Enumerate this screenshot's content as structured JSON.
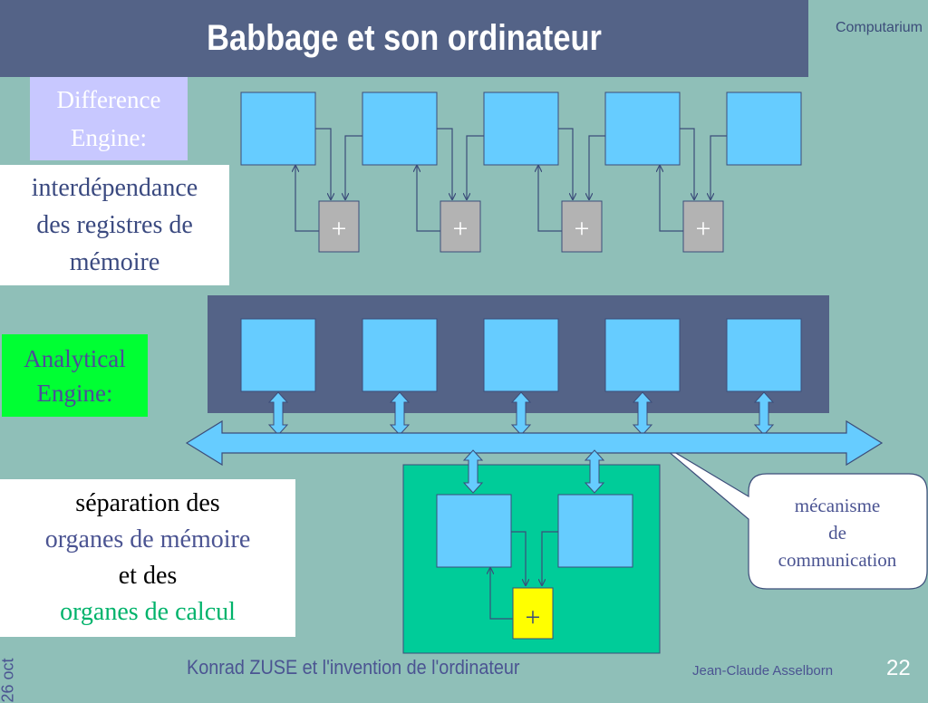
{
  "slide": {
    "title": "Babbage et son ordinateur",
    "brand": "Computarium"
  },
  "difference_engine": {
    "label_line1": "Difference",
    "label_line2": "Engine:",
    "description_line1": "interdépendance",
    "description_line2": "des registres de",
    "description_line3": "mémoire",
    "adder_symbol": "+"
  },
  "analytical_engine": {
    "label_line1": "Analytical",
    "label_line2": "Engine:",
    "separation_line1": "séparation des",
    "separation_line2": "organes de mémoire",
    "separation_line3": "et des",
    "separation_line4": "organes de calcul",
    "adder_symbol": "+"
  },
  "callout": {
    "line1": "mécanisme",
    "line2": "de",
    "line3": "communication"
  },
  "footer": {
    "title": "Konrad ZUSE et l'invention de l'ordinateur",
    "author": "Jean-Claude Asselborn",
    "page_number": "22",
    "date": "26 oct"
  },
  "colors": {
    "background": "#8fbfb8",
    "title_bar": "#546387",
    "register_fill": "#66ccff",
    "adder_fill": "#b3b3b3",
    "store_panel": "#546387",
    "mill_panel": "#00cc99",
    "mill_adder_fill": "#ffff00",
    "analytical_label_bg": "#00ff33",
    "difference_label_bg": "#c8c8ff",
    "calc_text_green": "#00b36b",
    "memory_text_blue": "#4b5492"
  }
}
